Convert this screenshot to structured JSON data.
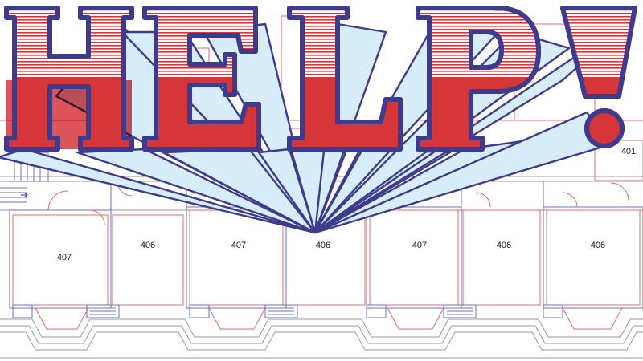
{
  "headline": {
    "letters": [
      "H",
      "E",
      "L",
      "P",
      "!"
    ]
  },
  "rooms": [
    {
      "id": "room-1",
      "number": "407"
    },
    {
      "id": "room-2",
      "number": "406"
    },
    {
      "id": "room-3",
      "number": "407"
    },
    {
      "id": "room-4",
      "number": "406"
    },
    {
      "id": "room-5",
      "number": "407"
    },
    {
      "id": "room-6",
      "number": "406"
    },
    {
      "id": "room-7",
      "number": "406"
    },
    {
      "id": "room-8",
      "number": "401"
    }
  ],
  "colors": {
    "letter_fill_top": "#ffffff",
    "letter_fill_bottom": "#d6353a",
    "letter_stripe": "#d6353a",
    "outline": "#3f3b8c",
    "ray_fill": "#d7eefa",
    "plan_line_red": "#e46a6a",
    "plan_line_blue": "#6c6fc4",
    "plan_line_gray": "#9a9a9a"
  }
}
